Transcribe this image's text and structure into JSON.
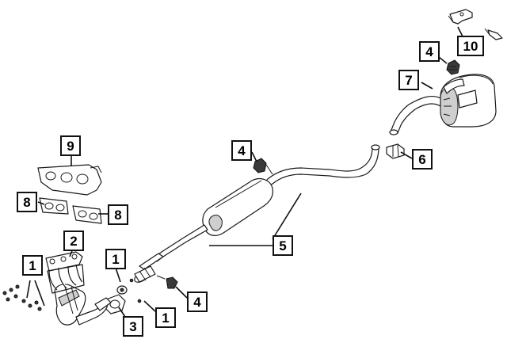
{
  "callouts": {
    "c9": "9",
    "c8a": "8",
    "c8b": "8",
    "c2": "2",
    "c1a": "1",
    "c1b": "1",
    "c1c": "1",
    "c3": "3",
    "c4a": "4",
    "c4b": "4",
    "c4c": "4",
    "c5": "5",
    "c6": "6",
    "c7": "7",
    "c10": "10"
  }
}
